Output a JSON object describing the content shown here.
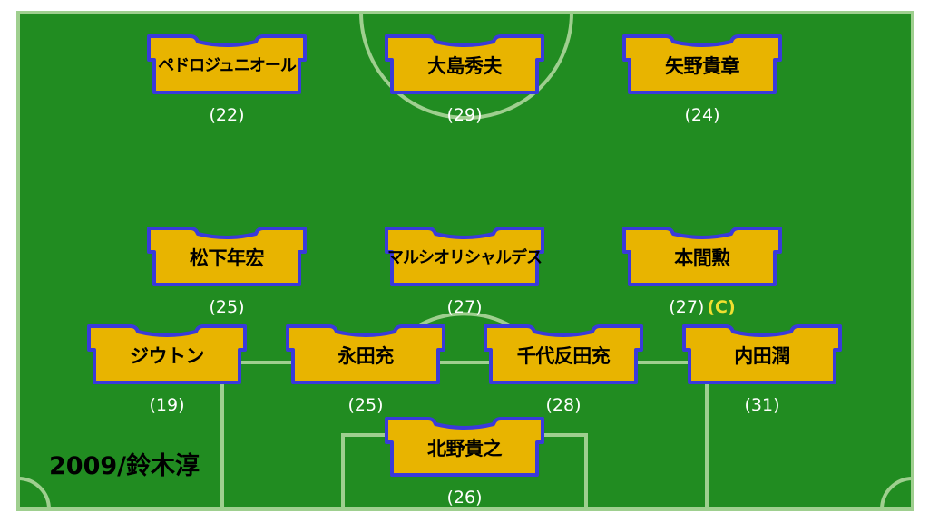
{
  "caption": "2009/鈴木淳",
  "colors": {
    "pitch": "#218c21",
    "lines": "#9fcf8f",
    "shirt": "#e8b400",
    "trim": "#3a3adb"
  },
  "players": {
    "fw_left": {
      "name": "ペドロジュニオール",
      "number": "(22)"
    },
    "fw_center": {
      "name": "大島秀夫",
      "number": "(29)"
    },
    "fw_right": {
      "name": "矢野貴章",
      "number": "(24)"
    },
    "mf_left": {
      "name": "松下年宏",
      "number": "(25)"
    },
    "mf_center": {
      "name": "マルシオリシャルデス",
      "number": "(27)"
    },
    "mf_right": {
      "name": "本間勲",
      "number": "(27)",
      "captain": "(C)"
    },
    "df_lb": {
      "name": "ジウトン",
      "number": "(19)"
    },
    "df_lcb": {
      "name": "永田充",
      "number": "(25)"
    },
    "df_rcb": {
      "name": "千代反田充",
      "number": "(28)"
    },
    "df_rb": {
      "name": "内田潤",
      "number": "(31)"
    },
    "gk": {
      "name": "北野貴之",
      "number": "(26)"
    }
  }
}
